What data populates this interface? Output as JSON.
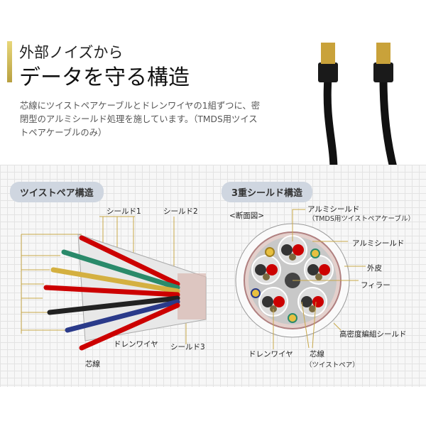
{
  "header": {
    "title_line1": "外部ノイズから",
    "title_line2": "データを守る構造",
    "description": "芯線にツイストペアケーブルとドレンワイヤの1組ずつに、密閉型のアルミシールド処理を施しています。（TMDS用ツイストペアケーブルのみ）",
    "accent_color": "#c8b24e"
  },
  "twisted": {
    "title": "ツイストペア構造",
    "labels": {
      "shield1": "シールド1",
      "shield2": "シールド2",
      "drain": "ドレンワイヤ",
      "shield3": "シールド3",
      "core": "芯線"
    }
  },
  "cross": {
    "title": "3重シールド構造",
    "subtitle": "<断面図>",
    "labels": {
      "al_shield_tmds": "アルミシールド",
      "al_shield_tmds_note": "（TMDS用ツイストペアケーブル）",
      "al_shield": "アルミシールド",
      "jacket": "外皮",
      "filler": "フィラー",
      "braid": "高密度編組シールド",
      "drain": "ドレンワイヤ",
      "core": "芯線",
      "core_note": "（ツイストペア）"
    }
  }
}
